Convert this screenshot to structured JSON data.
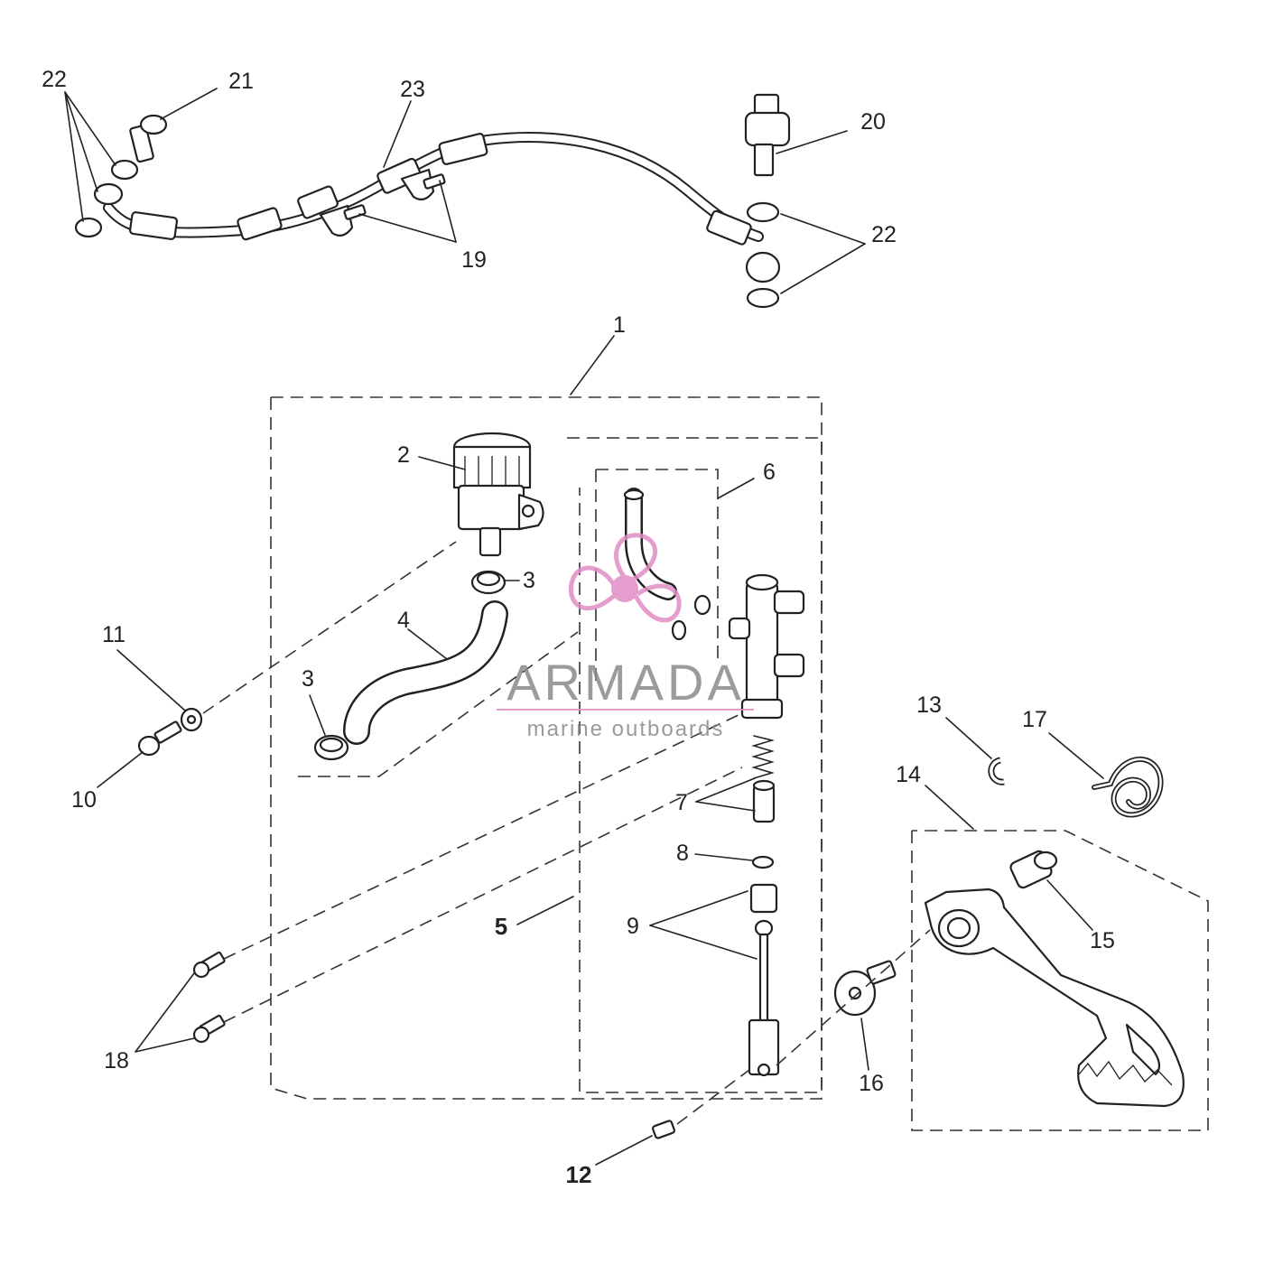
{
  "callouts": {
    "c1": "1",
    "c2": "2",
    "c3a": "3",
    "c3b": "3",
    "c4": "4",
    "c5": "5",
    "c6": "6",
    "c7": "7",
    "c8": "8",
    "c9": "9",
    "c10": "10",
    "c11": "11",
    "c12": "12",
    "c13": "13",
    "c14": "14",
    "c15": "15",
    "c16": "16",
    "c17": "17",
    "c18": "18",
    "c19": "19",
    "c20": "20",
    "c21": "21",
    "c22a": "22",
    "c22b": "22",
    "c23": "23"
  },
  "watermark": {
    "brand": "ARMADA",
    "tagline": "marine outboards",
    "color": "#e08cc4",
    "text_color": "#8a8a8a"
  }
}
